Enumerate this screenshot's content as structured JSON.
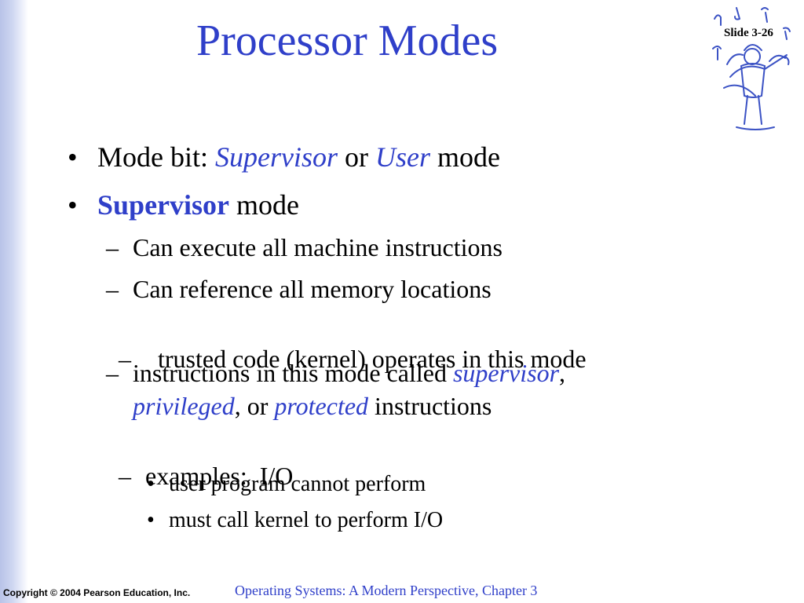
{
  "slide": {
    "title": "Processor Modes",
    "slide_number": "Slide 3-26",
    "footer_copyright": "Copyright © 2004 Pearson Education, Inc.",
    "footer_book": "Operating Systems: A Modern Perspective, Chapter 3"
  },
  "bullets": {
    "b1": {
      "marker": "•",
      "prefix": "Mode bit: ",
      "term1": "Supervisor",
      "mid": " or ",
      "term2": "User",
      "suffix": " mode"
    },
    "b2": {
      "marker": "•",
      "term": "Supervisor",
      "suffix": " mode"
    },
    "sub1": {
      "marker": "–",
      "text": "Can execute all machine instructions"
    },
    "sub2": {
      "marker": "–",
      "text": "Can reference all memory locations"
    },
    "sub3": {
      "marker": "–",
      "text": "  trusted code (kernel) operates in this mode"
    },
    "sub4": {
      "marker": "–",
      "prefix": "instructions in this mode called ",
      "term1": "supervisor",
      "comma1": ",",
      "term2": "privileged",
      "mid": ", or ",
      "term3": "protected",
      "suffix": " instructions"
    },
    "sub5": {
      "marker": "–",
      "text": "examples:  I/O"
    },
    "subsub1": {
      "marker": "•",
      "text": "user program cannot perform"
    },
    "subsub2": {
      "marker": "•",
      "text": "must call kernel to perform I/O"
    }
  },
  "colors": {
    "accent_blue": "#2f3fc9",
    "sidebar": "#b8c3e8"
  },
  "icons": {
    "logo": "musician-clipart-logo"
  }
}
